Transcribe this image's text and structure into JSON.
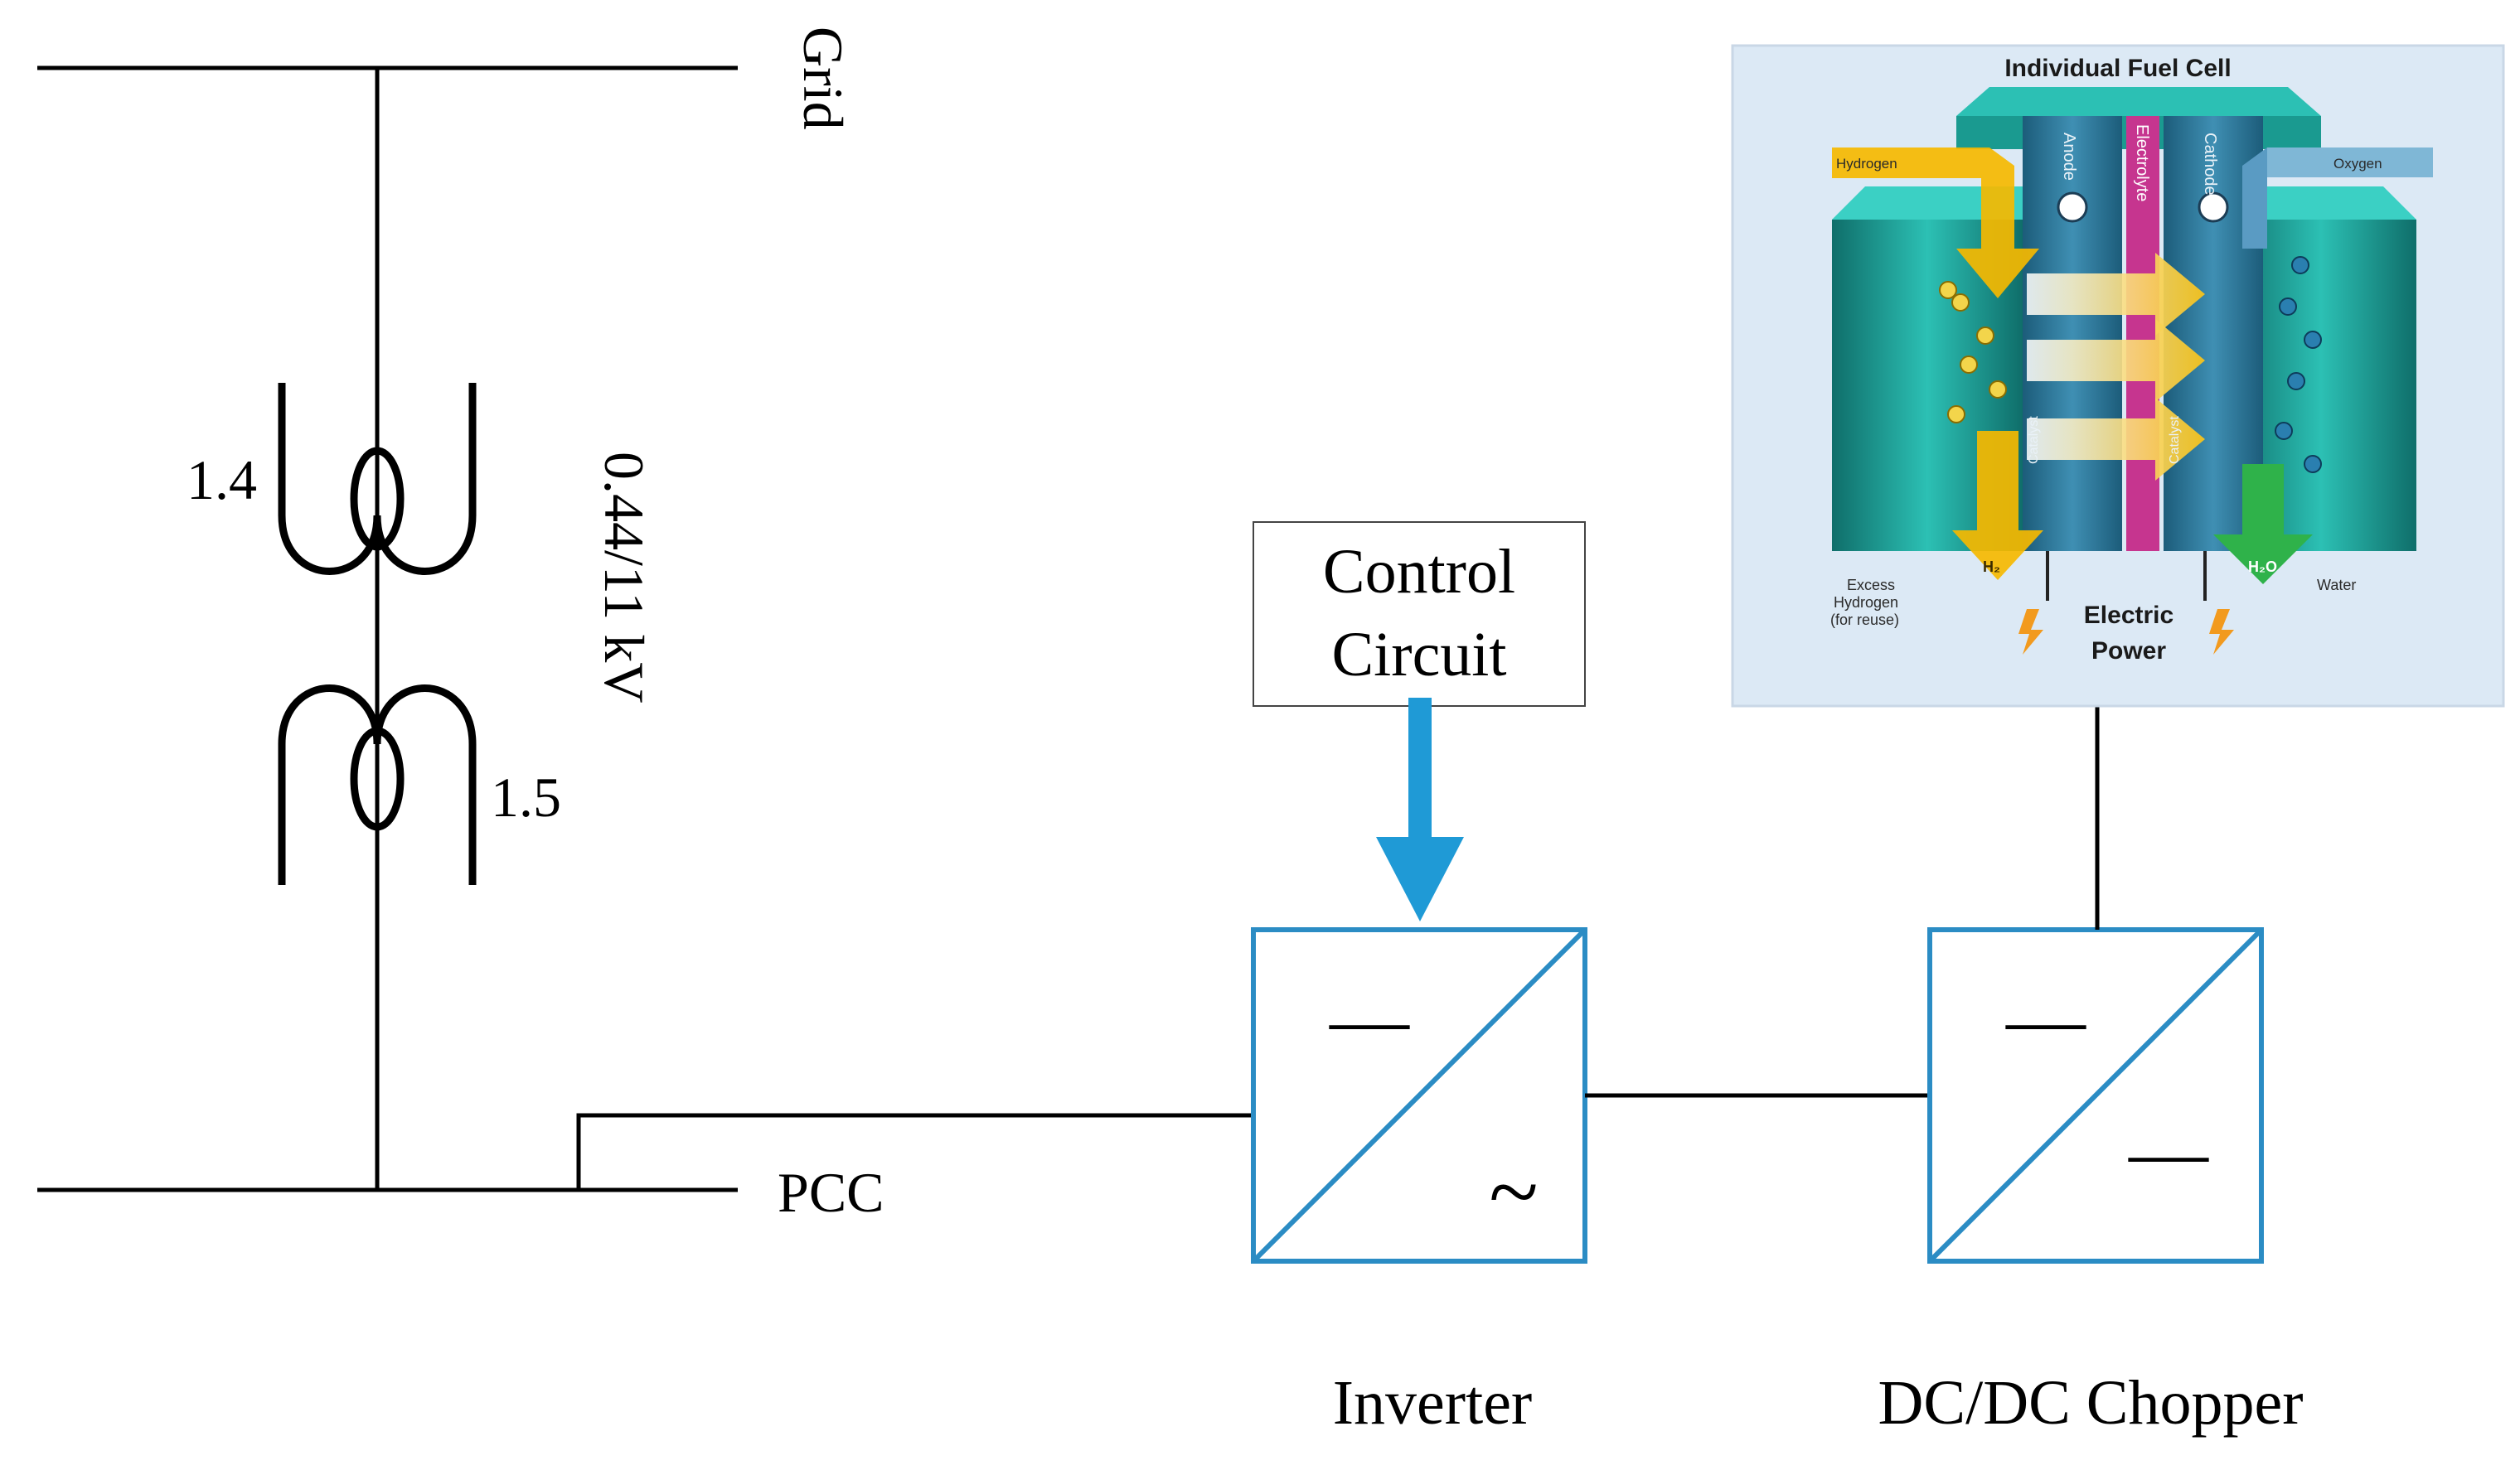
{
  "labels": {
    "grid": "Grid",
    "pcc": "PCC",
    "voltage": "0.44/11 kV",
    "winding_top": "1.4",
    "winding_bottom": "1.5",
    "control_line1": "Control",
    "control_line2": "Circuit",
    "inverter": "Inverter",
    "chopper": "DC/DC Chopper"
  },
  "converter_symbols": {
    "inverter_input": "—",
    "inverter_output": "~",
    "chopper_input": "—",
    "chopper_output": "—"
  },
  "fuel_cell": {
    "title": "Individual Fuel Cell",
    "hydrogen": "Hydrogen",
    "oxygen": "Oxygen",
    "anode": "Anode",
    "electrolyte": "Electrolyte",
    "cathode": "Cathode",
    "catalyst_left": "Catalyst",
    "catalyst_right": "Catalyst",
    "h2": "H₂",
    "h2o": "H₂O",
    "excess_line1": "Excess",
    "excess_line2": "Hydrogen",
    "excess_line3": "(for reuse)",
    "water": "Water",
    "electric_line1": "Electric",
    "electric_line2": "Power"
  },
  "colors": {
    "line": "#000000",
    "converter": "#2b8cc4",
    "control_arrow": "#1f9ad6",
    "fc_background": "#dce9f5",
    "fc_teal": "#1aa39a",
    "fc_hydrogen_arrow": "#f5b800",
    "fc_water_arrow": "#2fb24a",
    "fc_electrolyte": "#c6358f"
  }
}
